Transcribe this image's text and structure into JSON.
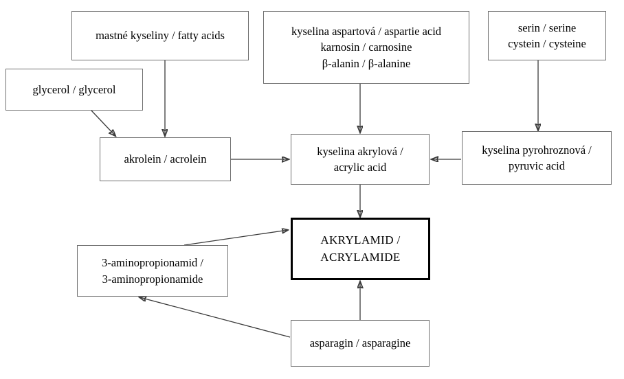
{
  "diagram": {
    "title": "Akrylamid / Acrylamide formation pathways",
    "language": "cs/en",
    "background_color": "#ffffff",
    "box_border_color": "#6e6e6e",
    "emphasis_border_color": "#000000",
    "arrow_color": "#3a3a3a"
  },
  "nodes": {
    "fatty_acids": {
      "line1": "mastné kyseliny / fatty acids"
    },
    "glycerol": {
      "line1": "glycerol / glycerol"
    },
    "aspartic": {
      "line1": "kyselina aspartová / aspartie acid",
      "line2": "karnosin / carnosine",
      "line3": "β-alanin / β-alanine"
    },
    "serine_cysteine": {
      "line1": "serin / serine",
      "line2": "cystein / cysteine"
    },
    "acrolein": {
      "line1": "akrolein / acrolein"
    },
    "acrylic_acid": {
      "line1": "kyselina akrylová /",
      "line2": "acrylic acid"
    },
    "pyruvic_acid": {
      "line1": "kyselina pyrohroznová /",
      "line2": "pyruvic acid"
    },
    "acrylamide": {
      "line1": "AKRYLAMID /",
      "line2": "ACRYLAMIDE"
    },
    "aminopropionamide": {
      "line1": "3-aminopropionamid /",
      "line2": "3-aminopropionamide"
    },
    "asparagine": {
      "line1": "asparagin / asparagine"
    }
  },
  "edges": [
    {
      "id": "fatty-acids-to-acrolein",
      "from": "fatty_acids",
      "to": "acrolein"
    },
    {
      "id": "glycerol-to-acrolein",
      "from": "glycerol",
      "to": "acrolein"
    },
    {
      "id": "acrolein-to-acrylic-acid",
      "from": "acrolein",
      "to": "acrylic_acid"
    },
    {
      "id": "aspartic-to-acrylic-acid",
      "from": "aspartic",
      "to": "acrylic_acid"
    },
    {
      "id": "serine-cysteine-to-pyruvic-acid",
      "from": "serine_cysteine",
      "to": "pyruvic_acid"
    },
    {
      "id": "pyruvic-acid-to-acrylic-acid",
      "from": "pyruvic_acid",
      "to": "acrylic_acid"
    },
    {
      "id": "acrylic-acid-to-acrylamide",
      "from": "acrylic_acid",
      "to": "acrylamide"
    },
    {
      "id": "aminopropionamide-to-acrylamide",
      "from": "aminopropionamide",
      "to": "acrylamide"
    },
    {
      "id": "asparagine-to-acrylamide",
      "from": "asparagine",
      "to": "acrylamide"
    },
    {
      "id": "asparagine-to-aminopropionamide",
      "from": "asparagine",
      "to": "aminopropionamide"
    }
  ]
}
